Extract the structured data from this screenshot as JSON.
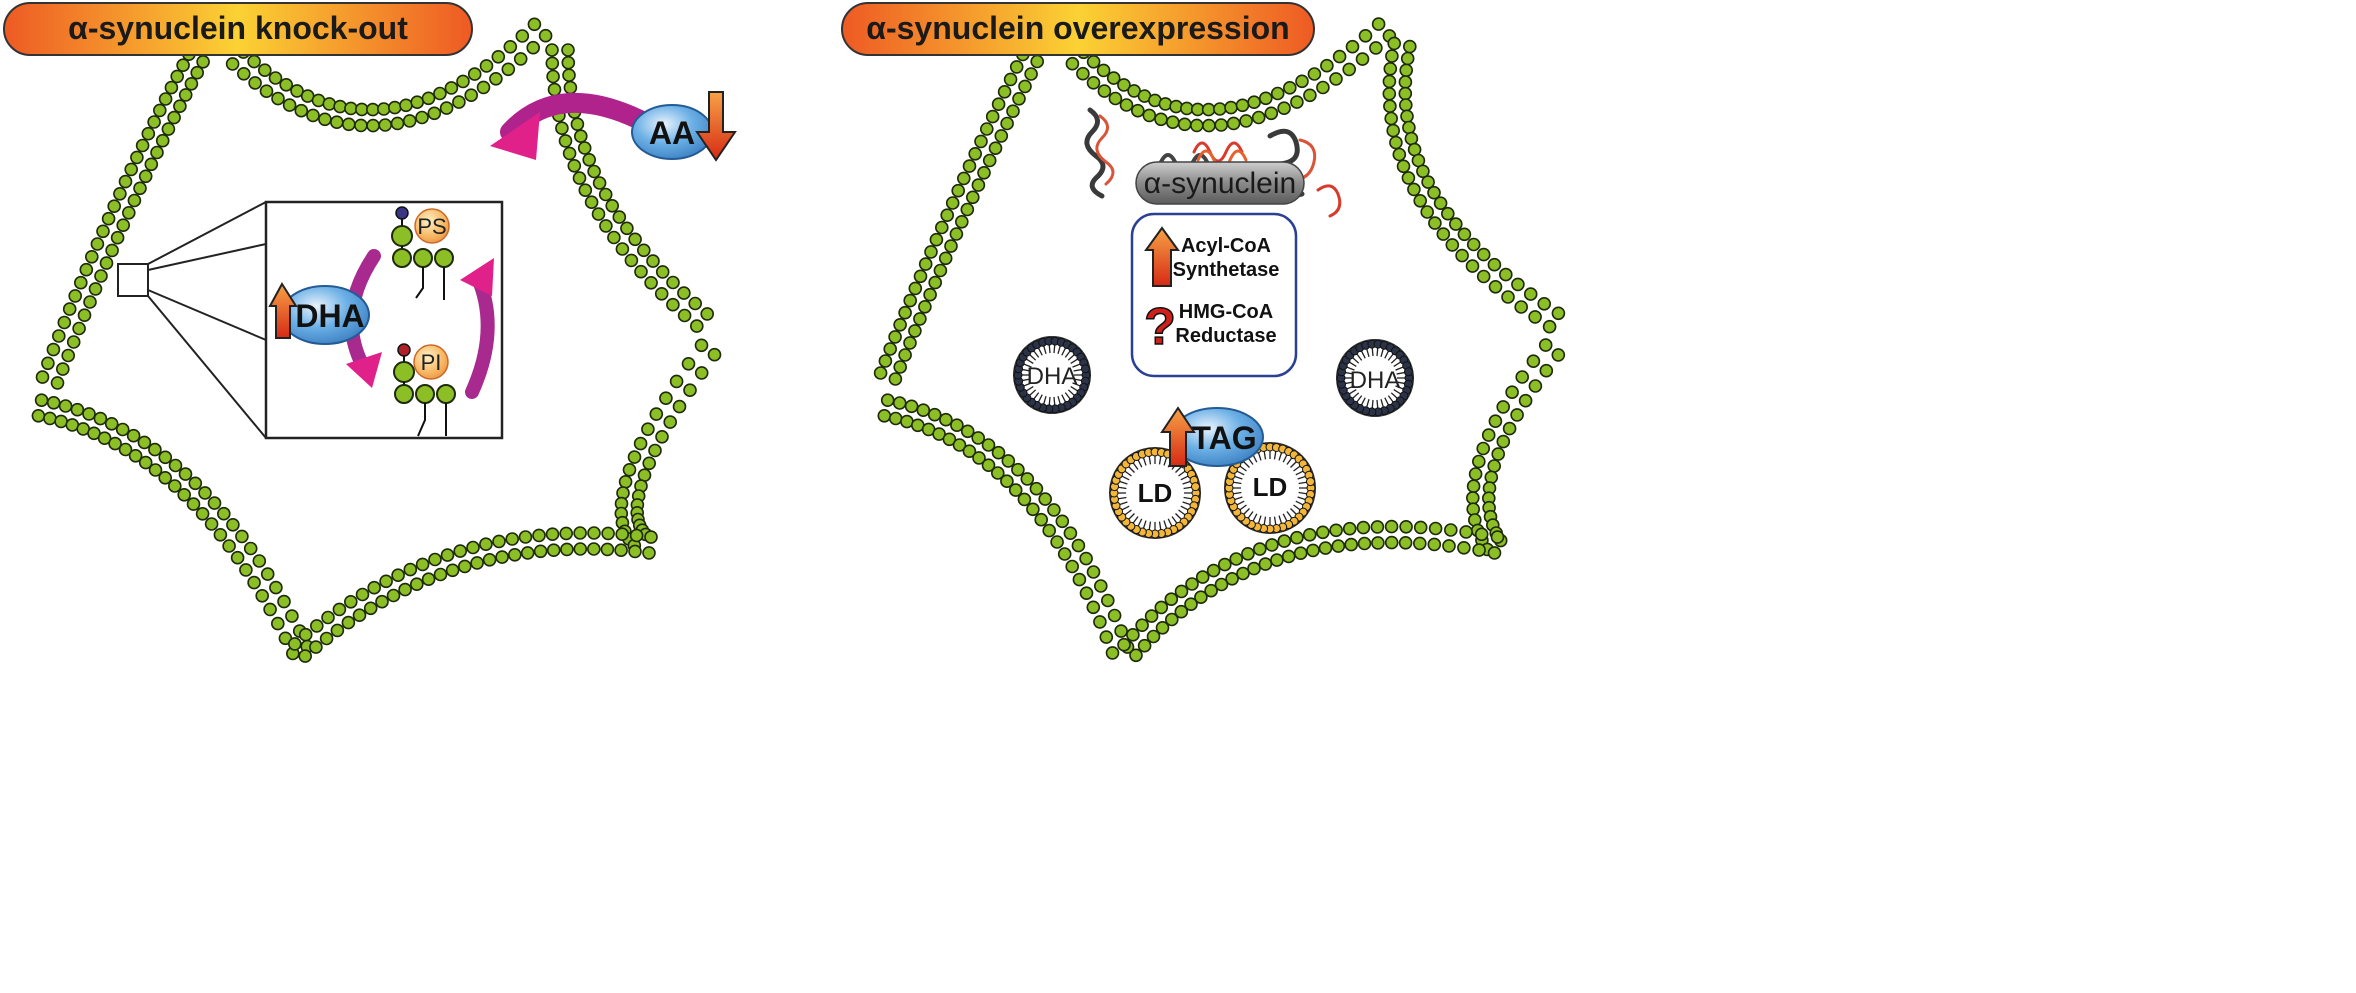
{
  "panels": {
    "left": {
      "title": "α-synuclein knock-out",
      "aa_label": "AA",
      "dha_label": "DHA",
      "ps_label": "PS",
      "pi_label": "PI"
    },
    "right": {
      "title": "α-synuclein overexpression",
      "synuclein_label": "α-synuclein",
      "enzyme1_line1": "Acyl-CoA",
      "enzyme1_line2": "Synthetase",
      "enzyme2_line1": "HMG-CoA",
      "enzyme2_line2": "Reductase",
      "question_mark": "?",
      "dha_vesicle_label": "DHA",
      "tag_label": "TAG",
      "ld_label": "LD"
    }
  },
  "colors": {
    "bead_fill": "#8cbf26",
    "bead_stroke": "#1f2a0a",
    "title_grad_edge": "#ee5a24",
    "title_grad_mid": "#f9c12e",
    "magenta_arrow": "#c0208e",
    "blue_oval": "#5aa0dc",
    "red_arrow": "#e03a1c",
    "panel_box_border": "#2b3f93"
  }
}
